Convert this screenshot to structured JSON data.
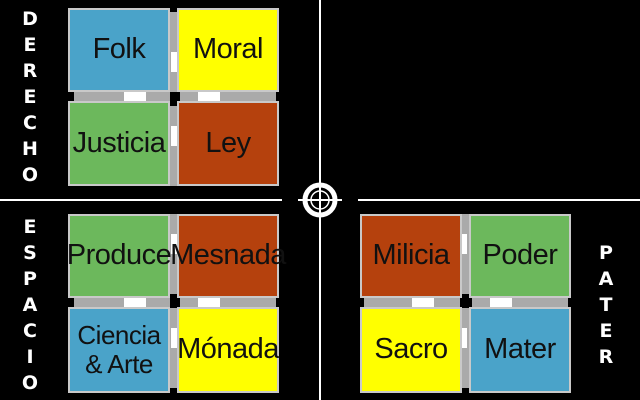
{
  "labels": {
    "left_top": [
      "D",
      "E",
      "R",
      "E",
      "C",
      "H",
      "O"
    ],
    "left_bottom": [
      "E",
      "S",
      "P",
      "A",
      "C",
      "I",
      "O"
    ],
    "right": [
      "P",
      "A",
      "T",
      "E",
      "R"
    ]
  },
  "tiles": {
    "folk": {
      "text": "Folk",
      "color": "#4aa3c9"
    },
    "moral": {
      "text": "Moral",
      "color": "#ffff00"
    },
    "justicia": {
      "text": "Justicia",
      "color": "#6cb85c"
    },
    "ley": {
      "text": "Ley",
      "color": "#b5410d"
    },
    "produce": {
      "text": "Produce",
      "color": "#6cb85c"
    },
    "mesnada": {
      "text": "Mesnada",
      "color": "#b5410d"
    },
    "ciencia_line1": {
      "text": "Ciencia",
      "color": "#4aa3c9"
    },
    "ciencia_line2": {
      "text": "& Arte"
    },
    "monada": {
      "text": "Mónada",
      "color": "#ffff00"
    },
    "milicia": {
      "text": "Milicia",
      "color": "#b5410d"
    },
    "poder": {
      "text": "Poder",
      "color": "#6cb85c"
    },
    "sacro": {
      "text": "Sacro",
      "color": "#ffff00"
    },
    "mater": {
      "text": "Mater",
      "color": "#4aa3c9"
    }
  },
  "icon": "crosshair-target-icon"
}
